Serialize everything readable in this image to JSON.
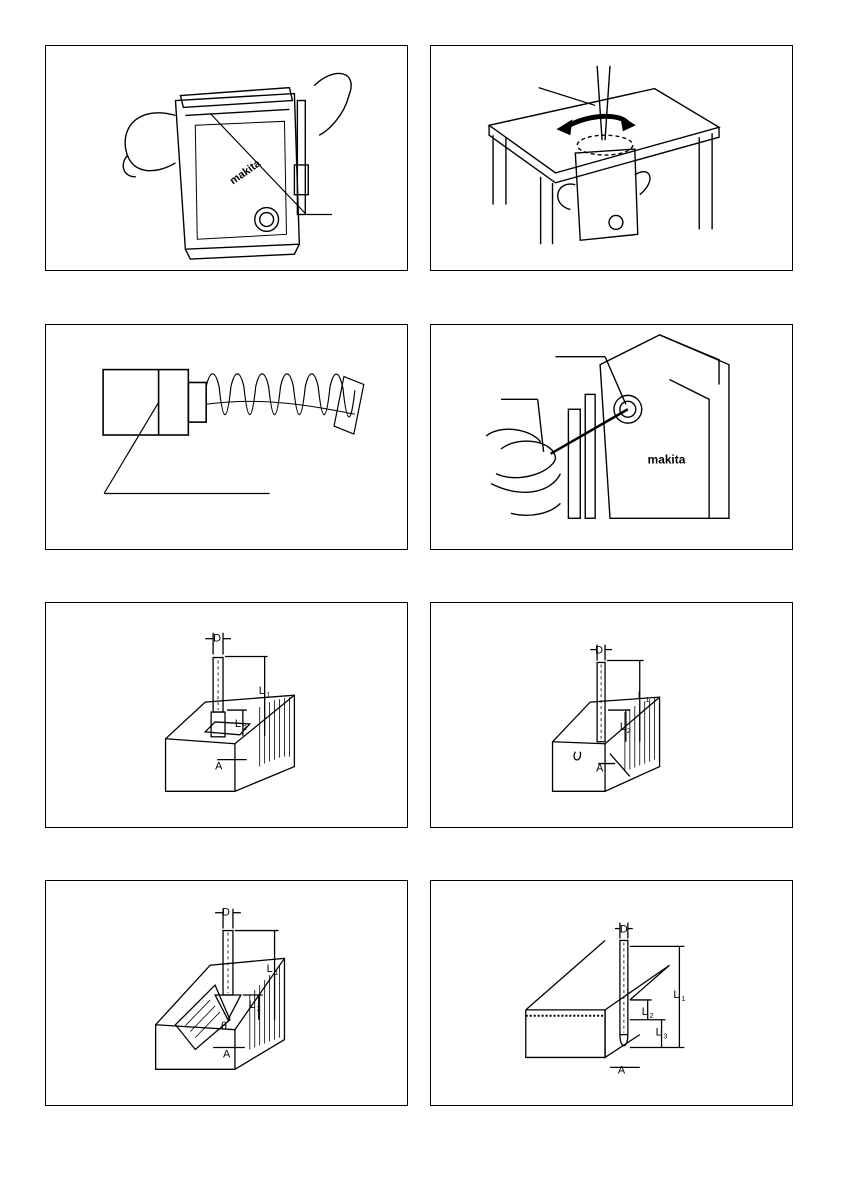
{
  "figures": [
    {
      "id": 1,
      "subject": "router-with-spindle-lock-callout"
    },
    {
      "id": 2,
      "subject": "router-under-table-wrench-rotation"
    },
    {
      "id": 3,
      "subject": "carbon-brush-wear-limit"
    },
    {
      "id": 4,
      "subject": "screwdriver-removing-brush-holder-cap"
    },
    {
      "id": 5,
      "subject": "straight-bit-dimensions",
      "labels": {
        "d": "D",
        "l1": "L",
        "l1_sub": "1",
        "l2": "L",
        "l2_sub": "2",
        "a": "A"
      }
    },
    {
      "id": 6,
      "subject": "u-grooving-bit-dimensions",
      "labels": {
        "d": "D",
        "l1": "L",
        "l1_sub": "1",
        "l2": "L",
        "l2_sub": "2",
        "a": "A"
      }
    },
    {
      "id": 7,
      "subject": "v-grooving-bit-dimensions",
      "labels": {
        "d": "D",
        "l1": "L",
        "l1_sub": "1",
        "l2": "L",
        "l2_sub": "2",
        "a": "A",
        "theta": "θ"
      }
    },
    {
      "id": 8,
      "subject": "flush-trimming-bit-dimensions",
      "labels": {
        "d": "D",
        "l1": "L",
        "l1_sub": "1",
        "l2": "L",
        "l2_sub": "2",
        "l3": "L",
        "l3_sub": "3",
        "a": "A"
      }
    }
  ],
  "brand": "makita",
  "icons": [
    "router-tool-icon",
    "work-table-icon",
    "rotation-arrow-icon",
    "carbon-brush-icon",
    "screwdriver-icon",
    "bit-icon"
  ]
}
